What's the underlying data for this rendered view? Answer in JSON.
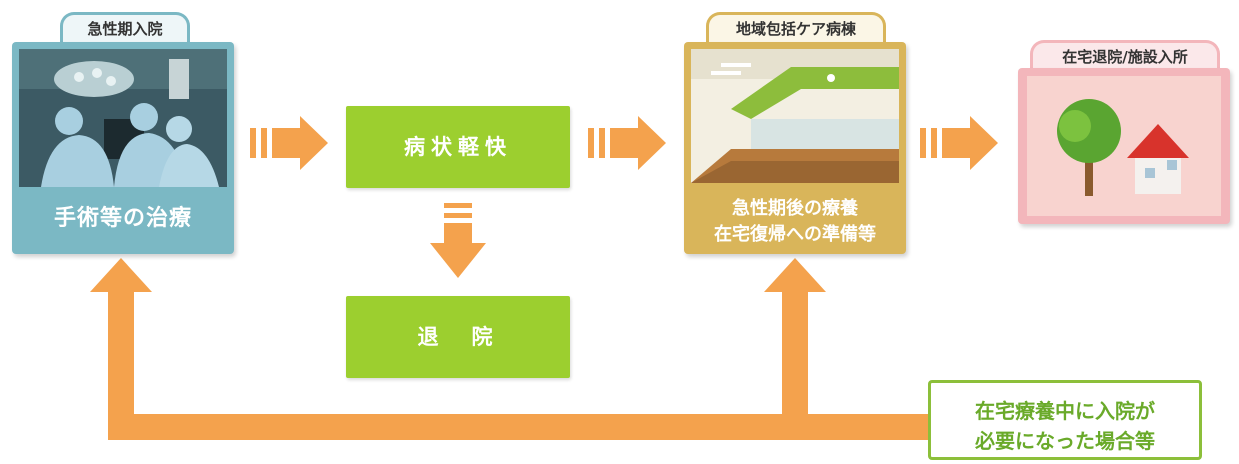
{
  "acute": {
    "tab": "急性期入院",
    "label": "手術等の治療"
  },
  "improve": {
    "label": "病状軽快"
  },
  "discharge": {
    "label": "退　院"
  },
  "community": {
    "tab": "地域包括ケア病棟",
    "line1": "急性期後の療養",
    "line2": "在宅復帰への準備等"
  },
  "home": {
    "tab": "在宅退院/施設入所"
  },
  "readmit": {
    "line1": "在宅療養中に入院が",
    "line2": "必要になった場合等"
  },
  "colors": {
    "teal": "#7bb8c4",
    "green": "#9ccf2f",
    "gold": "#d9b55a",
    "pink": "#f3b6bb",
    "orange": "#f4a24d"
  },
  "icons": [
    "surgery-photo",
    "ward-photo",
    "tree-icon",
    "house-icon"
  ]
}
